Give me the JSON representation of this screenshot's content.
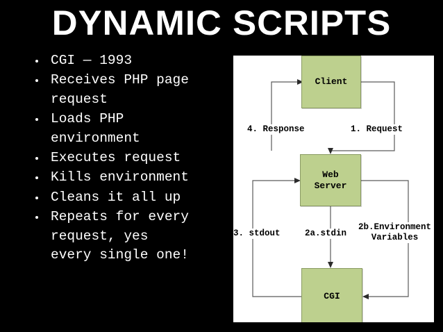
{
  "slide": {
    "title": "DYNAMIC SCRIPTS",
    "background_color": "#000000",
    "text_color": "#ffffff"
  },
  "bullets": [
    {
      "text": "CGI — 1993"
    },
    {
      "text": "Receives PHP page\nrequest"
    },
    {
      "text": "Loads PHP\nenvironment"
    },
    {
      "text": "Executes request"
    },
    {
      "text": "Kills environment"
    },
    {
      "text": "Cleans it all up"
    },
    {
      "text": "Repeats for every\nrequest, yes\nevery single one!"
    }
  ],
  "diagram": {
    "panel_background": "#ffffff",
    "node_fill": "#bdd08e",
    "node_border": "#8a9b63",
    "nodes": [
      {
        "id": "client",
        "label": "Client"
      },
      {
        "id": "web-server",
        "label": "Web\nServer"
      },
      {
        "id": "cgi",
        "label": "CGI"
      }
    ],
    "edge_labels": [
      {
        "id": "response",
        "text": "4. Response"
      },
      {
        "id": "request",
        "text": "1. Request"
      },
      {
        "id": "stdout",
        "text": "3. stdout"
      },
      {
        "id": "stdin",
        "text": "2a.stdin"
      },
      {
        "id": "env-vars",
        "text": "2b.Environment\nVariables"
      }
    ]
  }
}
